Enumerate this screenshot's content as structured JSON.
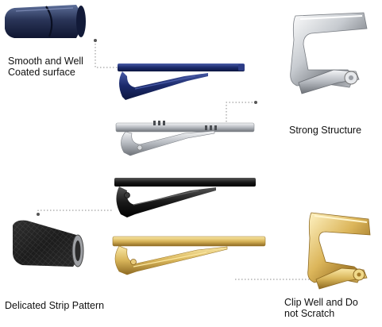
{
  "labels": {
    "smooth": [
      "Smooth and Well",
      "Coated surface"
    ],
    "strong": "Strong Structure",
    "strip": "Delicated Strip Pattern",
    "clip": [
      "Clip Well and Do",
      "not Scratch"
    ]
  },
  "colors": {
    "navy": "#1b2a6b",
    "silver": "#c9cdd2",
    "black": "#1a1a1a",
    "gold": "#d8b55a",
    "leader": "#8a8a8a"
  }
}
